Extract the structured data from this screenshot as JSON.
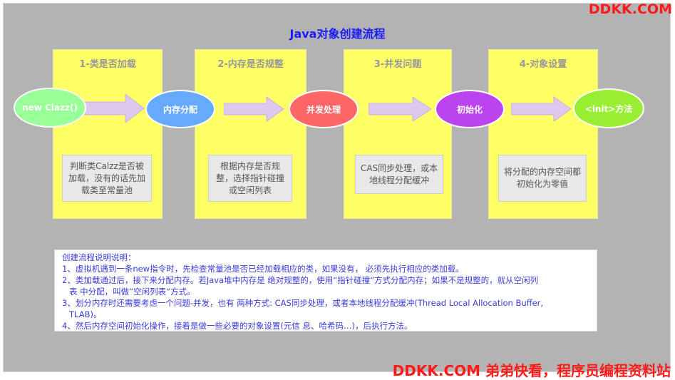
{
  "watermark": {
    "top": "DDKK.COM",
    "bottom": "DDKK.COM 弟弟快看，程序员编程资料站"
  },
  "title": "Java对象创建流程",
  "panels": [
    {
      "title": "1-类是否加载",
      "note": "判断类Calzz是否被加载，没有的话先加载类至常量池"
    },
    {
      "title": "2-内存是否规整",
      "note": "根据内存是否规整，选择指针碰撞或空闲列表"
    },
    {
      "title": "3-并发问题",
      "note": "CAS同步处理，或本地线程分配缓冲"
    },
    {
      "title": "4-对象设置",
      "note": "将分配的内存空间都初始化为零值"
    }
  ],
  "nodes": [
    {
      "label": "new Clazz()",
      "color": "#99ff99"
    },
    {
      "label": "内存分配",
      "color": "#66aaff"
    },
    {
      "label": "并发处理",
      "color": "#ff6666"
    },
    {
      "label": "初始化",
      "color": "#bb44ee"
    },
    {
      "label": "<init>方法",
      "color": "#99ee33"
    }
  ],
  "description": {
    "heading": "创建流程说明说明：",
    "items": [
      "1、虚拟机遇到一条new指令时，先检查常量池是否已经加载相应的类，如果没有， 必须先执行相应的类加载。",
      "2、类加载通过后，接下来分配内存。若Java堆中内存是 绝对规整的，使用“指针碰撞“方式分配内存；如果不是规整的，就从空闲列",
      "表 中分配，叫做”空闲列表“方式。",
      "3、划分内存时还需要考虑一个问题-并发，也有 两种方式: CAS同步处理，或者本地线程分配缓冲(Thread Local Allocation  Buffer,",
      "TLAB)。",
      "4、然后内存空间初始化操作，接着是做一些必要的对象设置(元信 息、哈希码…)，后执行方法。"
    ]
  },
  "colors": {
    "panel": "#ffff66",
    "arrow": "#ddc8f0",
    "title": "#1a1aff",
    "watermark": "#ff1a1a",
    "description": "#3a3ad9"
  }
}
